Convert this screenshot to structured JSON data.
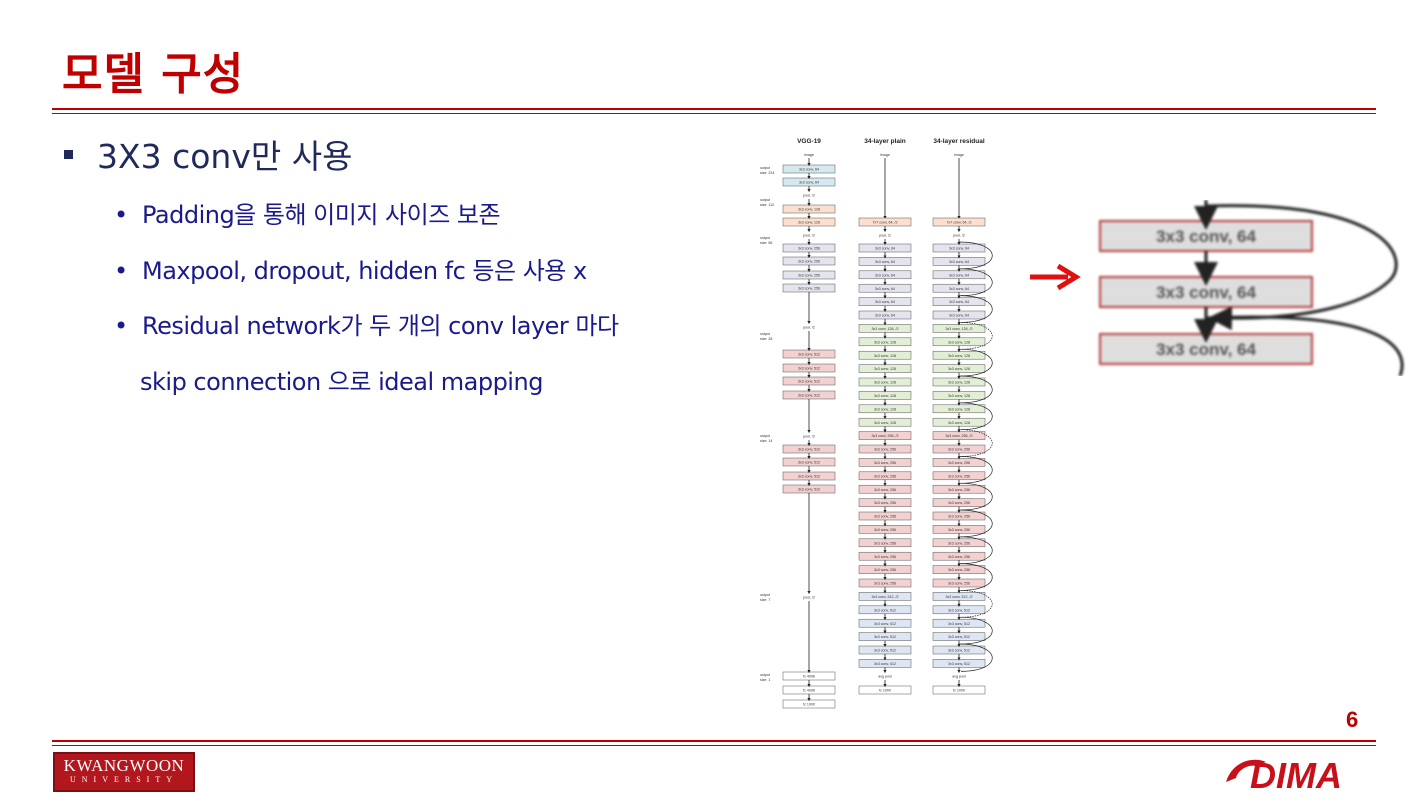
{
  "slide": {
    "title": "모델 구성",
    "page_number": "6"
  },
  "bullets": {
    "main": "3X3 conv만 사용",
    "sub1": "Padding을 통해 이미지 사이즈 보존",
    "sub2": "Maxpool, dropout, hidden fc 등은 사용 x",
    "sub3": "Residual network가 두 개의 conv layer 마다",
    "sub3_cont": "skip connection 으로  ideal mapping"
  },
  "figure": {
    "columns": [
      "VGG-19",
      "34-layer plain",
      "34-layer residual"
    ],
    "input_label": "image",
    "output_labels": [
      "output size: 224",
      "output size: 112",
      "output size: 56",
      "output size: 28",
      "output size: 14",
      "output size: 7",
      "output size: 1"
    ],
    "vgg": [
      "3x3 conv, 64",
      "3x3 conv, 64",
      "pool, /2",
      "3x3 conv, 128",
      "3x3 conv, 128",
      "pool, /2",
      "3x3 conv, 256",
      "3x3 conv, 256",
      "3x3 conv, 256",
      "3x3 conv, 256",
      "pool, /2",
      "3x3 conv, 512",
      "3x3 conv, 512",
      "3x3 conv, 512",
      "3x3 conv, 512",
      "pool, /2",
      "3x3 conv, 512",
      "3x3 conv, 512",
      "3x3 conv, 512",
      "3x3 conv, 512",
      "pool, /2",
      "fc 4096",
      "fc 4096",
      "fc 1000"
    ],
    "plain_first": "7x7 conv, 64, /2",
    "pool": "pool, /2",
    "avg_pool": "avg pool",
    "fc_final": "fc 1000",
    "colors": {
      "c64": "#d6e8f0",
      "c128": "#fbe0cf",
      "c256": "#e4e4ee",
      "c512": "#f3d1d1",
      "res128": "#e2efd6",
      "res256": "#f3d1d1",
      "res512": "#dde6f2"
    }
  },
  "zoom": {
    "label": "3x3 conv, 64",
    "colors": {
      "box": "#dedede",
      "border": "#b33a3a",
      "arrow": "#e01010"
    }
  },
  "footer": {
    "university_name": "KWANGWOON",
    "university_sub": "UNIVERSITY",
    "lab_logo": "DIMA"
  }
}
